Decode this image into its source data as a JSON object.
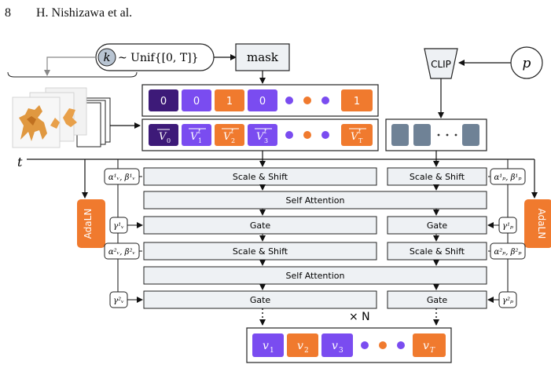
{
  "header": {
    "page_number": "8",
    "authors": "H. Nishizawa et al."
  },
  "diagram": {
    "sample_k": "k",
    "sample_dist": "~ Unif{[0, T]}",
    "mask_label": "mask",
    "clip_label": "CLIP",
    "prompt_label": "p",
    "time_label": "t",
    "mask_tokens": [
      "0",
      "0",
      "1",
      "0",
      "1"
    ],
    "video_tokens": [
      {
        "base": "V",
        "sub": "0",
        "sup": ""
      },
      {
        "base": "V",
        "sub": "1",
        "sup": "t"
      },
      {
        "base": "V",
        "sub": "2",
        "sup": "t"
      },
      {
        "base": "V",
        "sub": "3",
        "sup": "t"
      },
      {
        "base": "V",
        "sub": "T",
        "sup": "t"
      }
    ],
    "adaln_label": "AdaLN",
    "scale_shift_label": "Scale & Shift",
    "self_attention_label": "Self Attention",
    "gate_label": "Gate",
    "alpha_v1": "α¹ᵥ, β¹ᵥ",
    "gamma_v1": "γ¹ᵥ",
    "alpha_v2": "α²ᵥ, β²ᵥ",
    "gamma_v2": "γ²ᵥ",
    "alpha_p1": "α¹ₚ, β¹ₚ",
    "gamma_p1": "γ¹ₚ",
    "alpha_p2": "α²ₚ, β²ₚ",
    "gamma_p2": "γ²ₚ",
    "repeat_label": "× N",
    "output_tokens": [
      {
        "base": "v",
        "sub": "1"
      },
      {
        "base": "v",
        "sub": "2"
      },
      {
        "base": "v",
        "sub": "3"
      },
      {
        "base": "v",
        "sub": "T"
      }
    ],
    "colors": {
      "dark_purple": "#3d1a78",
      "purple": "#7a4cf0",
      "orange": "#f07a2e",
      "gray_token": "#6f8296",
      "block_fill": "#eef1f4",
      "gold": "#e0a040"
    }
  }
}
